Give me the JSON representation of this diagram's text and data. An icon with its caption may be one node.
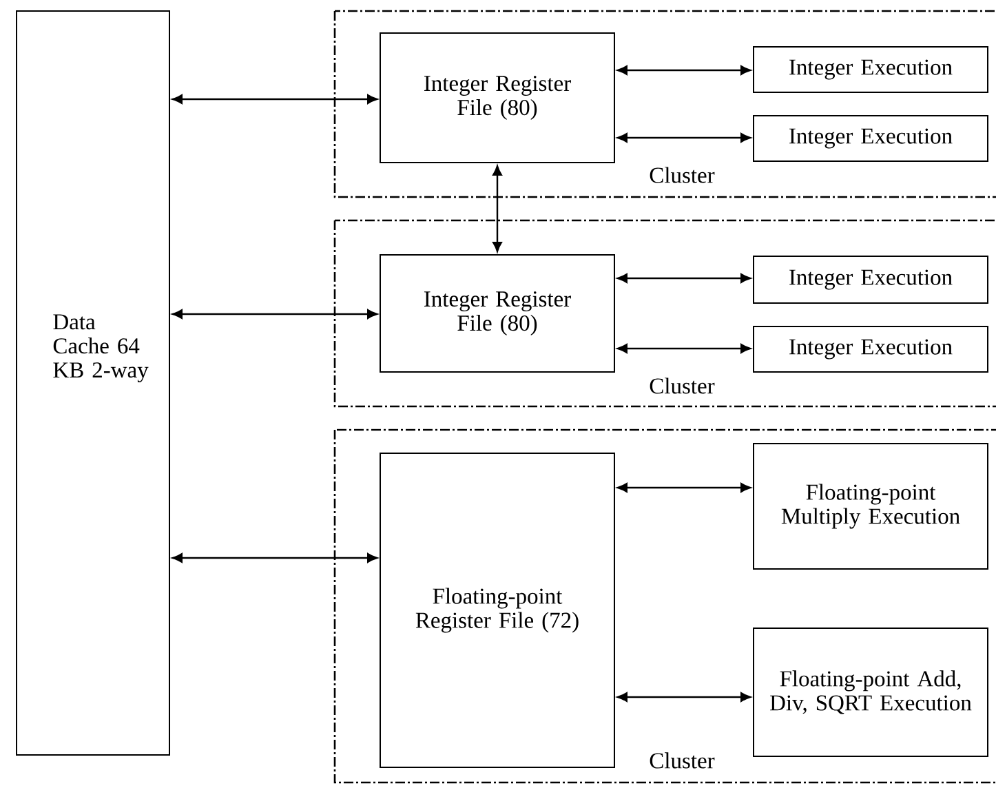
{
  "diagram": {
    "nodes": [
      {
        "text": [
          "Data Cache 64 KB 2-way"
        ]
      },
      {
        "text": [
          "Cluster"
        ]
      },
      {
        "text": [
          "Integer Register File (80)"
        ],
        "in": 1
      },
      {
        "text": [
          "Integer Execution"
        ],
        "in": 1
      },
      {
        "text": [
          "Integer Execution"
        ],
        "in": 1
      },
      {
        "text": [
          "Cluster"
        ]
      },
      {
        "text": [
          "Integer Register File (80)"
        ],
        "in": 5
      },
      {
        "text": [
          "Integer Execution"
        ],
        "in": 5
      },
      {
        "text": [
          "Integer Execution"
        ],
        "in": 5
      },
      {
        "text": [
          "Cluster"
        ]
      },
      {
        "text": [
          "Floating-point Register File (72)"
        ],
        "in": 9
      },
      {
        "text": [
          "Floating-point Multiply Execution"
        ],
        "in": 9
      },
      {
        "text": [
          "Floating-point Add, Div, SQRT Execution"
        ],
        "in": 9
      }
    ],
    "edges": [
      {
        "from": 0,
        "to": 2,
        "arrow": "both"
      },
      {
        "from": 2,
        "to": 3,
        "arrow": "both"
      },
      {
        "from": 2,
        "to": 4,
        "arrow": "both"
      },
      {
        "from": 2,
        "to": 6,
        "arrow": "both"
      },
      {
        "from": 0,
        "to": 6,
        "arrow": "both"
      },
      {
        "from": 6,
        "to": 7,
        "arrow": "both"
      },
      {
        "from": 6,
        "to": 8,
        "arrow": "both"
      },
      {
        "from": 0,
        "to": 10,
        "arrow": "both"
      },
      {
        "from": 10,
        "to": 11,
        "arrow": "both"
      },
      {
        "from": 10,
        "to": 12,
        "arrow": "both"
      }
    ]
  }
}
